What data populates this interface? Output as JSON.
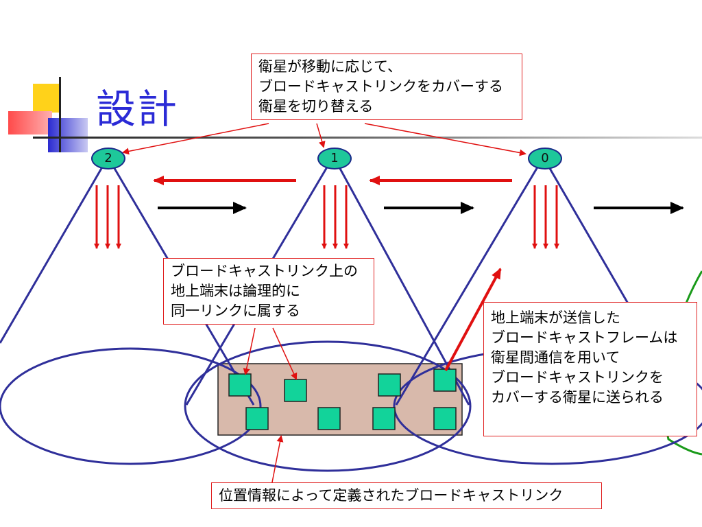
{
  "slide": {
    "title": "設計"
  },
  "satellites": [
    {
      "label": "2"
    },
    {
      "label": "1"
    },
    {
      "label": "0"
    }
  ],
  "callouts": {
    "top": [
      "衛星が移動に応じて、",
      "ブロードキャストリンクをカバーする",
      "衛星を切り替える"
    ],
    "middle": [
      "ブロードキャストリンク上の",
      "地上端末は論理的に",
      "同一リンクに属する"
    ],
    "right": [
      "地上端末が送信した",
      "ブロードキャストフレームは",
      "衛星間通信を用いて",
      "ブロードキャストリンクを",
      "カバーする衛星に送られる"
    ],
    "bottom": [
      "位置情報によって定義されたブロードキャストリンク"
    ]
  },
  "colors": {
    "title": "#2b2bd6",
    "beam": "#2f2f9a",
    "red": "#e01010",
    "satellite": "#1ec89a",
    "terminal": "#12d39a",
    "region": "#d8b9ab",
    "green": "#1a9a1a"
  }
}
